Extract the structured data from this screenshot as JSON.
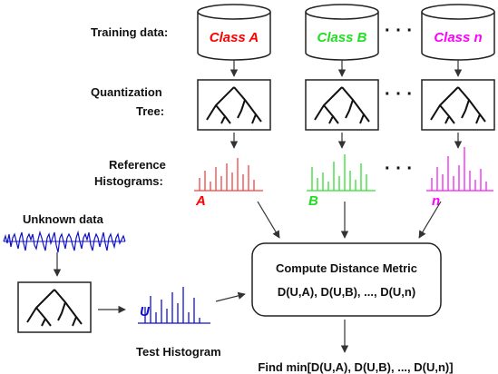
{
  "labels": {
    "training_data": "Training data:",
    "quantization_1": "Quantization",
    "quantization_2": "Tree:",
    "reference_1": "Reference",
    "reference_2": "Histograms:",
    "unknown_data": "Unknown data",
    "test_histogram": "Test Histogram",
    "ellipsis": "· · ·"
  },
  "classes": [
    {
      "name": "Class A",
      "hist_label": "A",
      "color": "#ff0000",
      "hist_color": "#ee4444"
    },
    {
      "name": "Class B",
      "hist_label": "B",
      "color": "#22dd22",
      "hist_color": "#33dd33"
    },
    {
      "name": "Class n",
      "hist_label": "n",
      "color": "#ff00ff",
      "hist_color": "#ee22ee"
    }
  ],
  "test": {
    "hist_label": "U",
    "color": "#1111cc"
  },
  "compute": {
    "title": "Compute Distance Metric",
    "formula": "D(U,A), D(U,B), ..., D(U,n)"
  },
  "result": "Find min[D(U,A), D(U,B), ..., D(U,n)]"
}
